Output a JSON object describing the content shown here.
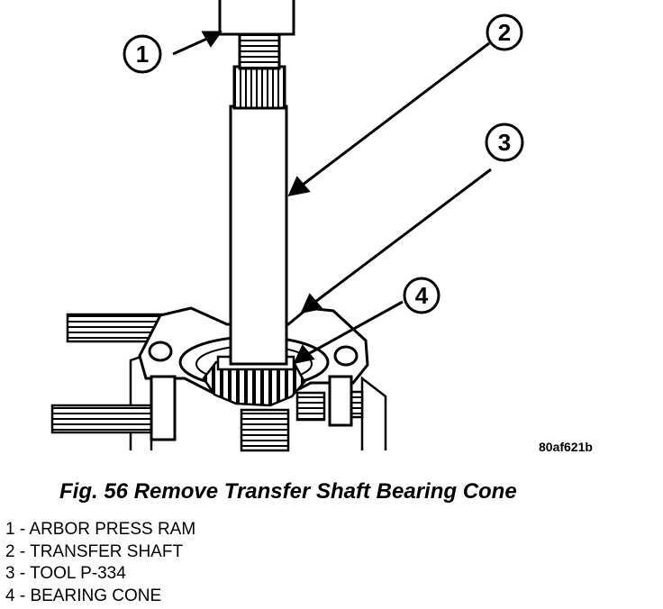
{
  "callouts": [
    {
      "number": "1"
    },
    {
      "number": "2"
    },
    {
      "number": "3"
    },
    {
      "number": "4"
    }
  ],
  "image_code": "80af621b",
  "caption": "Fig. 56 Remove Transfer Shaft Bearing Cone",
  "legend": [
    {
      "text": "1 - ARBOR PRESS RAM"
    },
    {
      "text": "2 - TRANSFER SHAFT"
    },
    {
      "text": "3 - TOOL P-334"
    },
    {
      "text": "4 - BEARING CONE"
    }
  ]
}
